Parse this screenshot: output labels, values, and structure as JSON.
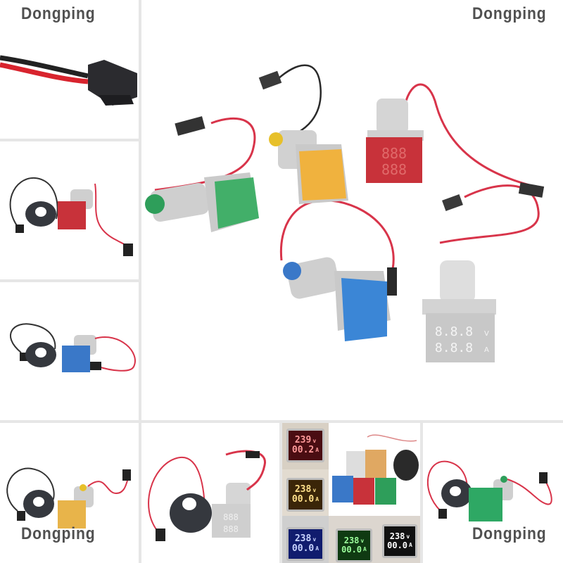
{
  "watermark": {
    "text": "Dongping",
    "color": "#505050"
  },
  "gallery": {
    "tiles": [
      {
        "id": "connector-closeup",
        "description": "black 2-pin connector with red/black cable"
      },
      {
        "id": "main-product",
        "description": "five square LED volt/amp meters: green, yellow, red, blue, white"
      },
      {
        "id": "red-meter",
        "description": "red square meter with current transformer ring"
      },
      {
        "id": "blue-meter",
        "description": "blue square meter with current transformer ring"
      },
      {
        "id": "yellow-meter",
        "description": "yellow square meter with current transformer ring"
      },
      {
        "id": "white-meter",
        "description": "white square meter with current transformer ring"
      },
      {
        "id": "collage",
        "description": "lit meter readings collage"
      },
      {
        "id": "green-meter",
        "description": "green square meter with current transformer ring"
      }
    ],
    "main_white_display": {
      "top": "8.8.8",
      "top_unit": "V",
      "bottom": "8.8.8",
      "bottom_unit": "A"
    },
    "collage_readings": [
      {
        "color": "red",
        "bg": "#4a0d12",
        "fg": "#ff9a9a",
        "voltage": "239",
        "voltage_unit": "v",
        "current": "00.2",
        "current_unit": "A"
      },
      {
        "color": "yellow",
        "bg": "#3a2508",
        "fg": "#ffe08a",
        "voltage": "238",
        "voltage_unit": "v",
        "current": "00.0",
        "current_unit": "A"
      },
      {
        "color": "blue",
        "bg": "#101c6e",
        "fg": "#c8d4ff",
        "voltage": "238",
        "voltage_unit": "v",
        "current": "00.0",
        "current_unit": "A"
      },
      {
        "color": "green",
        "bg": "#0f3a12",
        "fg": "#9cff9c",
        "voltage": "238",
        "voltage_unit": "v",
        "current": "00.0",
        "current_unit": "A"
      },
      {
        "color": "white",
        "bg": "#111111",
        "fg": "#ffffff",
        "voltage": "238",
        "voltage_unit": "v",
        "current": "00.0",
        "current_unit": "A"
      }
    ]
  },
  "colors": {
    "border": "#e6e6e6",
    "green": "#2e9e5a",
    "yellow": "#e8b44a",
    "red": "#c8323a",
    "blue": "#3a78c8",
    "white": "#d9d9d9",
    "wire_red": "#d8344a",
    "wire_black": "#2a2a2a"
  }
}
